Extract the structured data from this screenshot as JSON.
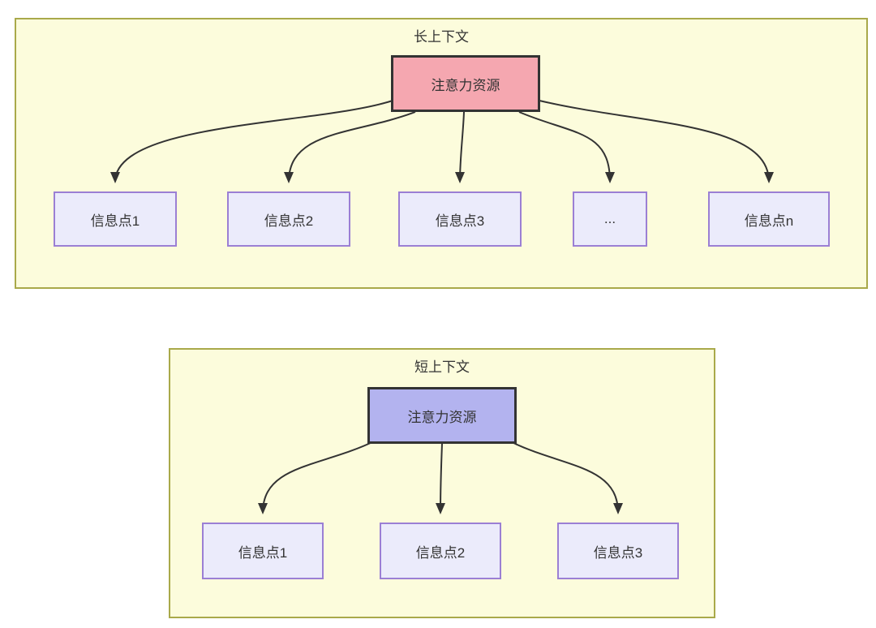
{
  "colors": {
    "container_fill": "#fcfcdc",
    "container_border": "#a9a94a",
    "attention_long_fill": "#f5a7b0",
    "attention_short_fill": "#b3b3ef",
    "attention_border": "#333333",
    "info_fill": "#ebebfb",
    "info_border": "#9b7fd4",
    "arrow": "#333333",
    "text": "#333333"
  },
  "long_context": {
    "title": "长上下文",
    "attention_label": "注意力资源",
    "info_items": [
      {
        "label": "信息点1"
      },
      {
        "label": "信息点2"
      },
      {
        "label": "信息点3"
      },
      {
        "label": "..."
      },
      {
        "label": "信息点n"
      }
    ]
  },
  "short_context": {
    "title": "短上下文",
    "attention_label": "注意力资源",
    "info_items": [
      {
        "label": "信息点1"
      },
      {
        "label": "信息点2"
      },
      {
        "label": "信息点3"
      }
    ]
  }
}
